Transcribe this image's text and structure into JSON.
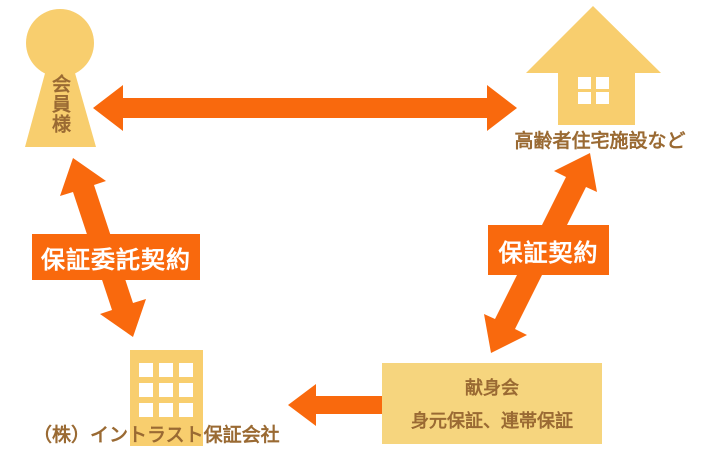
{
  "diagram": {
    "title_implicit": "保証関係図",
    "colors": {
      "background": "#ffffff",
      "arrow_orange": "#f9690d",
      "icon_yellow": "#f8ce6e",
      "box_yellow": "#f6d57e",
      "text_brown": "#9a6a33",
      "window_white": "#ffffff",
      "contract_label_text": "#ffffff"
    },
    "nodes": {
      "member": {
        "label": "会員様",
        "icon": "person-icon"
      },
      "facility": {
        "label": "高齢者住宅施設など",
        "icon": "house-icon"
      },
      "guarantee_company": {
        "label": "（株）イントラスト保証会社",
        "icon": "office-building-icon"
      },
      "kenshinkai": {
        "line1": "献身会",
        "line2": "身元保証、連帯保証"
      }
    },
    "edges": {
      "member_facility": {
        "type": "double-arrow",
        "label": ""
      },
      "member_guarantee_company": {
        "type": "double-arrow",
        "label": "保証委託契約"
      },
      "facility_kenshinkai": {
        "type": "double-arrow",
        "label": "保証契約"
      },
      "kenshinkai_guarantee_company": {
        "type": "single-arrow",
        "label": ""
      }
    }
  }
}
